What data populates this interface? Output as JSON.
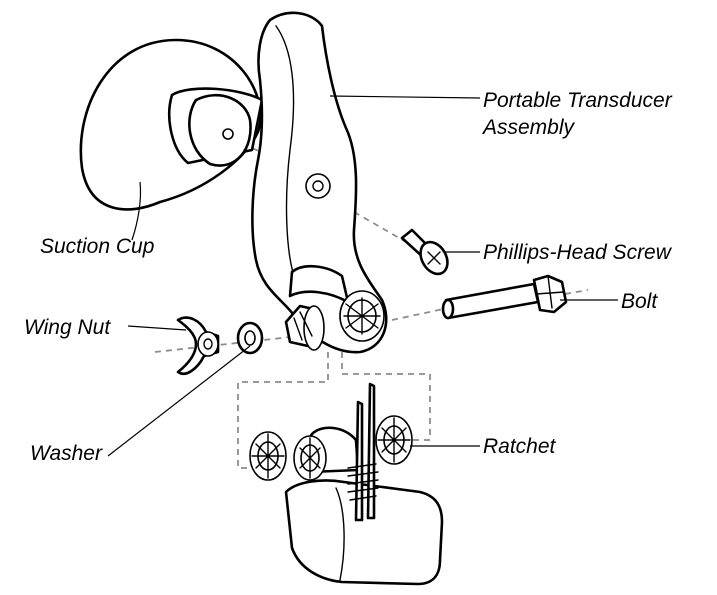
{
  "diagram": {
    "labels": {
      "transducer_line1": "Portable Transducer",
      "transducer_line2": "Assembly",
      "suction_cup": "Suction Cup",
      "screw": "Phillips-Head Screw",
      "wing_nut": "Wing Nut",
      "bolt": "Bolt",
      "washer": "Washer",
      "ratchet": "Ratchet"
    },
    "colors": {
      "line": "#000000",
      "assembly_axis": "#8c8c8c",
      "background": "#ffffff"
    }
  }
}
